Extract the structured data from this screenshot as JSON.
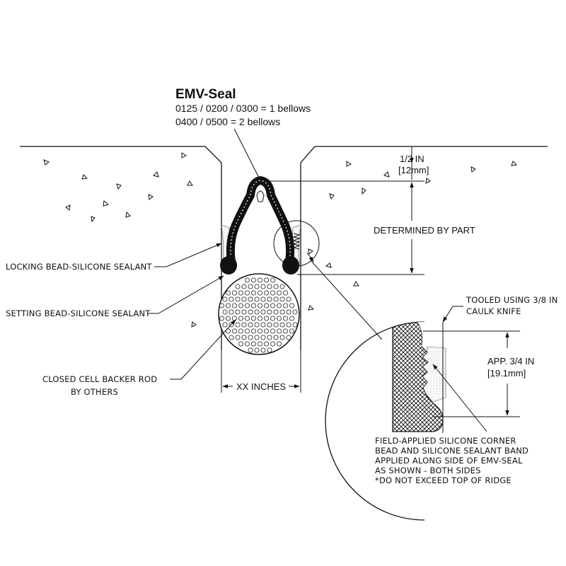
{
  "title": "EMV-Seal",
  "subtitle_lines": [
    "0125 / 0200 / 0300 = 1 bellows",
    "0400 / 0500 = 2 bellows"
  ],
  "dimensions": {
    "top_offset_line1": "1/2 IN",
    "top_offset_line2": "[12mm]",
    "seal_depth": "DETERMINED BY PART",
    "joint_width": "XX INCHES",
    "band_height_line1": "APP. 3/4 IN",
    "band_height_line2": "[19.1mm]"
  },
  "callouts": {
    "locking_bead": "LOCKING BEAD-SILICONE SEALANT",
    "setting_bead": "SETTING BEAD-SILICONE SEALANT",
    "backer_rod_line1": "CLOSED CELL BACKER ROD",
    "backer_rod_line2": "BY OTHERS",
    "tooled_line1": "TOOLED USING 3/8 IN",
    "tooled_line2": "CAULK KNIFE",
    "field_applied": [
      "FIELD-APPLIED SILICONE CORNER",
      "BEAD AND SILICONE SEALANT BAND",
      "APPLIED ALONG SIDE OF EMV-SEAL",
      "AS SHOWN - BOTH SIDES",
      "*DO NOT EXCEED TOP OF RIDGE"
    ]
  },
  "colors": {
    "ink": "#111111",
    "background": "#ffffff"
  }
}
